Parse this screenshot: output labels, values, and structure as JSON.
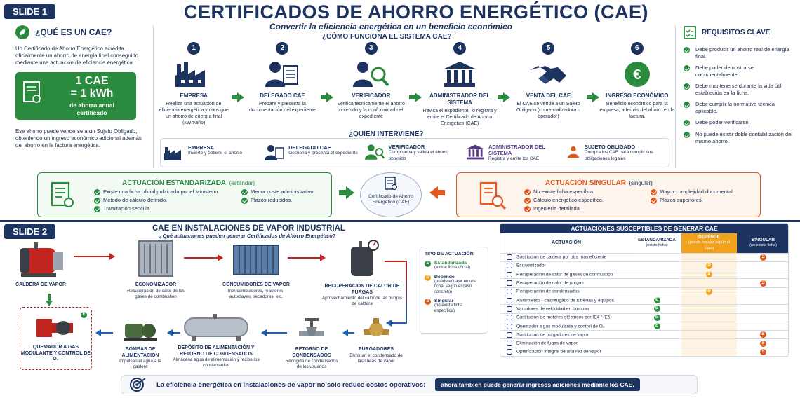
{
  "slide1": {
    "tag": "SLIDE 1",
    "title": "CERTIFICADOS DE AHORRO ENERGÉTICO (CAE)",
    "subtitle": "Convertir la eficiencia energética en un beneficio económico",
    "que_es": {
      "heading": "¿QUÉ ES UN CAE?",
      "text": "Un Certificado de Ahorro Energético acredita oficialmente un ahorro de energía final conseguido mediante una actuación de eficiencia energética.",
      "box_line1": "1 CAE",
      "box_line2": "= 1 kWh",
      "box_line3": "de ahorro anual",
      "box_line4": "certificado",
      "text2": "Ese ahorro puede venderse a un Sujeto Obligado, obteniendo un ingreso económico adicional además del ahorro en la factura energética."
    },
    "como_funciona": "¿CÓMO FUNCIONA EL SISTEMA CAE?",
    "steps": [
      {
        "num": "1",
        "title": "EMPRESA",
        "desc": "Realiza una actuación de eficiencia energética y consigue un ahorro de energía final (kWh/año)",
        "icon": "factory-icon"
      },
      {
        "num": "2",
        "title": "DELEGADO CAE",
        "desc": "Prepara y presenta la documentación del expediente",
        "icon": "delegate-icon"
      },
      {
        "num": "3",
        "title": "VERIFICADOR",
        "desc": "Verifica técnicamente el ahorro obtenido y la conformidad del expediente",
        "icon": "verifier-icon"
      },
      {
        "num": "4",
        "title": "ADMINISTRADOR DEL SISTEMA",
        "desc": "Revisa el expediente, lo registra y emite el Certificado de Ahorro Energético (CAE)",
        "icon": "institution-icon"
      },
      {
        "num": "5",
        "title": "VENTA DEL CAE",
        "desc": "El CAE se vende a un Sujeto Obligado (comercializadora u operador)",
        "icon": "handshake-icon"
      },
      {
        "num": "6",
        "title": "INGRESO ECONÓMICO",
        "desc": "Beneficio económico para la empresa, además del ahorro en la factura.",
        "icon": "euro-icon"
      }
    ],
    "quien": "¿QUIÉN INTERVIENE?",
    "who": [
      {
        "title": "EMPRESA",
        "desc": "Invierte y obtiene el ahorro"
      },
      {
        "title": "DELEGADO CAE",
        "desc": "Gestiona y presenta el expediente"
      },
      {
        "title": "VERIFICADOR",
        "desc": "Comprueba y valida el ahorro obtenido"
      },
      {
        "title": "ADMINISTRADOR DEL SISTEMA",
        "desc": "Registra y emite los CAE"
      },
      {
        "title": "SUJETO OBLIGADO",
        "desc": "Compra los CAE para cumplir sus obligaciones legales"
      }
    ],
    "requisitos": {
      "heading": "REQUISITOS CLAVE",
      "items": [
        "Debe producir un ahorro real de energía final.",
        "Debe poder demostrarse documentalmente.",
        "Debe mantenerse durante la vida útil establecida en la ficha.",
        "Debe cumplir la normativa técnica aplicable.",
        "Debe poder verificarse.",
        "No puede existir doble contabilización del mismo ahorro."
      ]
    },
    "estandarizada": {
      "heading": "ACTUACIÓN ESTANDARIZADA",
      "suffix": "(estándar)",
      "items_left": [
        "Existe una ficha oficial publicada por el Ministerio.",
        "Método de cálculo definido.",
        "Tramitación sencilla."
      ],
      "items_right": [
        "Menor coste administrativo.",
        "Plazos reducidos."
      ]
    },
    "certificado": "Certificado de Ahorro Energético (CAE)",
    "singular": {
      "heading": "ACTUACIÓN SINGULAR",
      "suffix": "(singular)",
      "items_left": [
        "No existe ficha específica.",
        "Cálculo energético específico.",
        "Ingeniería detallada."
      ],
      "items_right": [
        "Mayor complejidad documental.",
        "Plazos superiores."
      ]
    }
  },
  "slide2": {
    "tag": "SLIDE 2",
    "title": "CAE EN INSTALACIONES DE VAPOR INDUSTRIAL",
    "subtitle": "¿Qué actuaciones pueden generar Certificados de Ahorro Energético?",
    "equipment": {
      "caldera": {
        "title": "CALDERA DE VAPOR"
      },
      "economizador": {
        "title": "ECONOMIZADOR",
        "desc": "Recuperación de calor de los gases de combustión"
      },
      "consumidores": {
        "title": "CONSUMIDORES DE VAPOR",
        "desc": "Intercambiadores, reactores, autoclaves, secadores, etc."
      },
      "purgas": {
        "title": "RECUPERACIÓN DE CALOR DE PURGAS",
        "desc": "Aprovechamiento del calor de las purgas de caldera"
      },
      "quemador": {
        "title": "QUEMADOR A GAS MODULANTE Y CONTROL DE O₂",
        "badge": "E"
      },
      "bombas": {
        "title": "BOMBAS DE ALIMENTACIÓN",
        "desc": "Impulsan el agua a la caldera"
      },
      "deposito": {
        "title": "DEPÓSITO DE ALIMENTACIÓN Y RETORNO DE CONDENSADOS",
        "desc": "Almacena agua de alimentación y recibe los condensados"
      },
      "retorno": {
        "title": "RETORNO DE CONDENSADOS",
        "desc": "Recogida de condensados de los usuarios"
      },
      "purgadores": {
        "title": "PURGADORES",
        "desc": "Eliminan el condensado de las líneas de vapor"
      }
    },
    "legend": {
      "title": "TIPO DE ACTUACIÓN",
      "items": [
        {
          "badge": "E",
          "label": "Estandarizada",
          "desc": "(existe ficha oficial)",
          "color": "#2a8a3e"
        },
        {
          "badge": "D",
          "label": "Depende",
          "desc": "(puede encajar en una ficha, según el caso concreto)",
          "color": "#f0a21a"
        },
        {
          "badge": "S",
          "label": "Singular",
          "desc": "(no existe ficha específica)",
          "color": "#e2581c"
        }
      ]
    },
    "table": {
      "title": "ACTUACIONES SUSCEPTIBLES DE GENERAR CAE",
      "col_actuacion": "ACTUACIÓN",
      "col_e": "ESTANDARIZADA",
      "col_e_sub": "(existe ficha)",
      "col_d": "DEPENDE",
      "col_d_sub": "(puede encajar según el caso)",
      "col_s": "SINGULAR",
      "col_s_sub": "(no existe ficha)",
      "rows": [
        {
          "label": "Sustitución de caldera por otra más eficiente",
          "type": "S"
        },
        {
          "label": "Economizador",
          "type": "D"
        },
        {
          "label": "Recuperación de calor de gases de combustión",
          "type": "D"
        },
        {
          "label": "Recuperación de calor de purgas",
          "type": "S"
        },
        {
          "label": "Recuperación de condensados",
          "type": "D"
        },
        {
          "label": "Aislamiento - calorifugado de tuberías y equipos",
          "type": "E"
        },
        {
          "label": "Variadores de velocidad en bombas",
          "type": "E"
        },
        {
          "label": "Sustitución de motores eléctricos por IE4 / IE5",
          "type": "E"
        },
        {
          "label": "Quemador a gas modulante y control de O₂",
          "type": "E"
        },
        {
          "label": "Sustitución de purgadores de vapor",
          "type": "S"
        },
        {
          "label": "Eliminación de fugas de vapor",
          "type": "S"
        },
        {
          "label": "Optimización integral de una red de vapor",
          "type": "S"
        }
      ]
    },
    "footer_left": "La eficiencia energética en instalaciones de vapor no solo reduce costos operativos:",
    "footer_right": "ahora también puede generar ingresos adiciones mediante los CAE."
  }
}
